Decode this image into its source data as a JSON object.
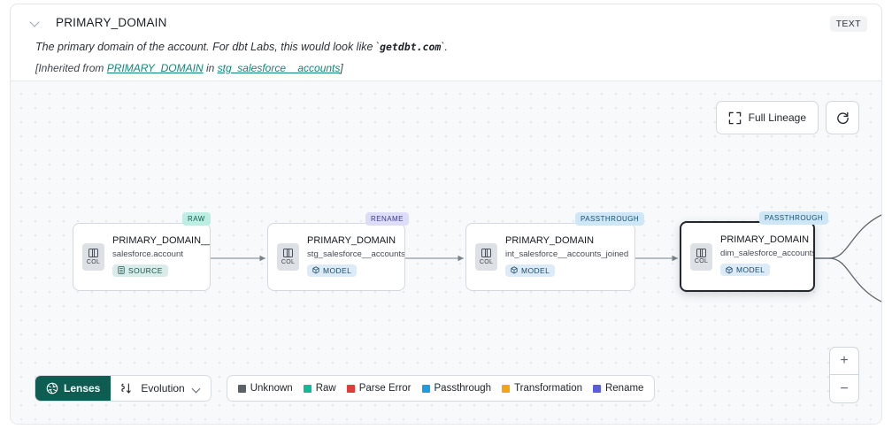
{
  "header": {
    "collapse_icon": "chevron-down-icon",
    "title": "PRIMARY_DOMAIN",
    "type_badge": "TEXT",
    "description_pre": "The primary domain of the account. For dbt Labs, this would look like `",
    "description_code": "getdbt.com",
    "description_post": "`.",
    "inherited_prefix": "[Inherited from ",
    "inherited_link1": "PRIMARY_DOMAIN",
    "inherited_mid": " in ",
    "inherited_link2": "stg_salesforce__accounts",
    "inherited_suffix": "]"
  },
  "canvas": {
    "full_lineage_label": "Full Lineage",
    "full_lineage_icon": "expand-icon",
    "refresh_icon": "refresh-icon",
    "zoom_in_label": "+",
    "zoom_out_label": "−"
  },
  "nodes": [
    {
      "op_tag": "RAW",
      "op_class": "op-raw",
      "col_label": "COL",
      "title": "PRIMARY_DOMAIN__C",
      "subtitle": "salesforce.account",
      "kind": "SOURCE",
      "kind_class": "kind-source",
      "kind_icon": "database-icon",
      "selected": false
    },
    {
      "op_tag": "RENAME",
      "op_class": "op-rename",
      "col_label": "COL",
      "title": "PRIMARY_DOMAIN",
      "subtitle": "stg_salesforce__accounts",
      "kind": "MODEL",
      "kind_class": "kind-model",
      "kind_icon": "cube-icon",
      "selected": false
    },
    {
      "op_tag": "PASSTHROUGH",
      "op_class": "op-passthrough",
      "col_label": "COL",
      "title": "PRIMARY_DOMAIN",
      "subtitle": "int_salesforce__accounts_joined",
      "kind": "MODEL",
      "kind_class": "kind-model",
      "kind_icon": "cube-icon",
      "selected": false
    },
    {
      "op_tag": "PASSTHROUGH",
      "op_class": "op-passthrough",
      "col_label": "COL",
      "title": "PRIMARY_DOMAIN",
      "subtitle": "dim_salesforce_accounts",
      "kind": "MODEL",
      "kind_class": "kind-model",
      "kind_icon": "cube-icon",
      "selected": true
    }
  ],
  "toolbar": {
    "lenses_label": "Lenses",
    "lenses_icon": "aperture-icon",
    "evolution_label": "Evolution",
    "evolution_icon": "evolution-icon",
    "evolution_chevron": "chevron-down-icon"
  },
  "legend": [
    {
      "label": "Unknown",
      "color": "#5b6168"
    },
    {
      "label": "Raw",
      "color": "#10b997"
    },
    {
      "label": "Parse Error",
      "color": "#e03b3b"
    },
    {
      "label": "Passthrough",
      "color": "#1a9ede"
    },
    {
      "label": "Transformation",
      "color": "#f3a412"
    },
    {
      "label": "Rename",
      "color": "#5a5ae6"
    }
  ]
}
